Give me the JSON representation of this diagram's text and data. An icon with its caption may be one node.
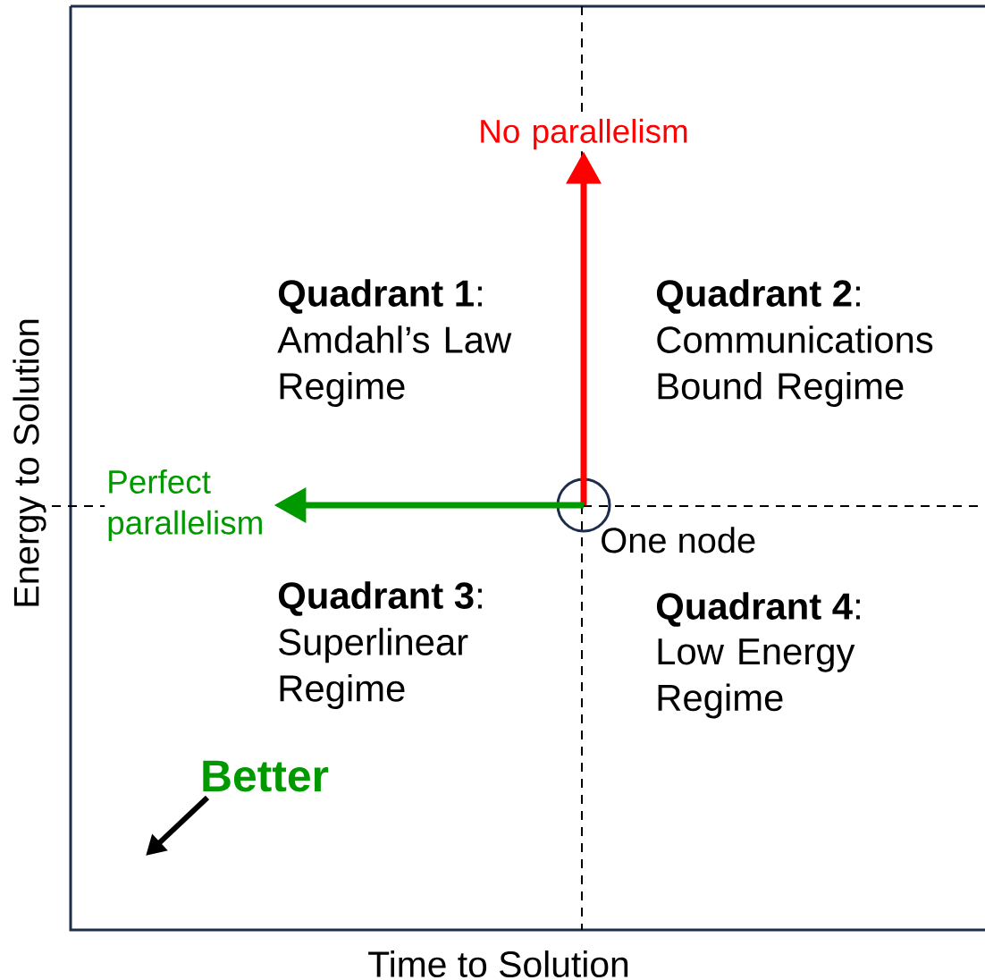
{
  "diagram": {
    "nodes": [
      {
        "text": [],
        "shape": "circle",
        "beside": [
          "One node"
        ]
      },
      {
        "text": [
          "No parallelism"
        ]
      },
      {
        "text": [
          "Perfect parallelism"
        ]
      }
    ],
    "edges": [
      {
        "from": 0,
        "to": 1,
        "arrow": "to",
        "color": "#ff0000"
      },
      {
        "from": 0,
        "to": 2,
        "arrow": "to",
        "color": "#009900"
      }
    ],
    "labels": [
      "**Quadrant 1**:",
      "Amdahl’s Law Regime",
      "**Quadrant 2**:",
      "Communications Bound Regime",
      "**Quadrant 3**:",
      "Superlinear Regime",
      "**Quadrant 4**:",
      "Low Energy Regime",
      "Better",
      "Energy to Solution",
      "Time to Solution"
    ]
  }
}
